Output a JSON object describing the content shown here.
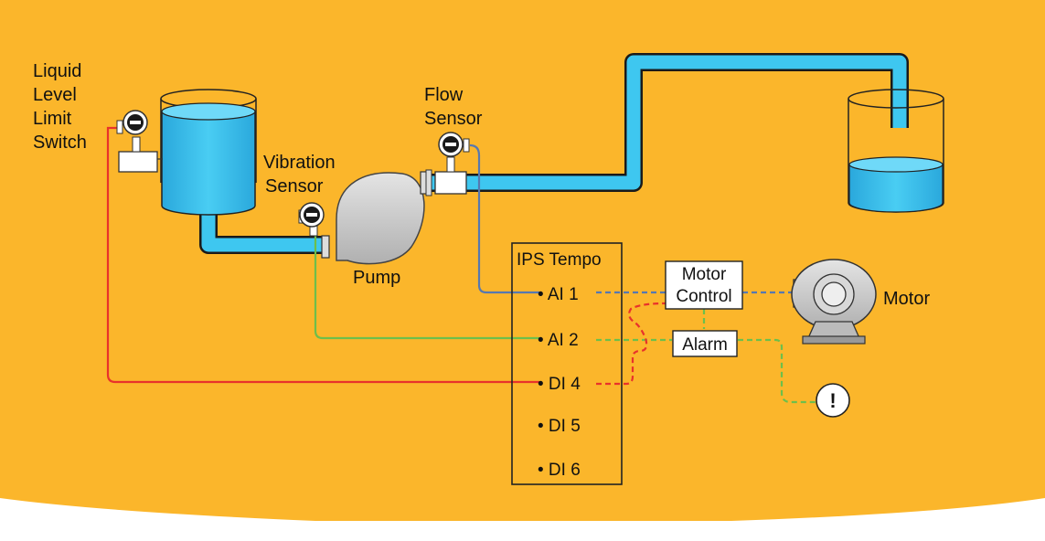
{
  "colors": {
    "background": "#FBB62B",
    "water": "#3EC7F0",
    "water_dark": "#1C9CD0",
    "wire_red": "#E8322B",
    "wire_green": "#6DBF4B",
    "wire_blue": "#5778B0",
    "wire_orange_red": "#E8322B",
    "pump_gray": "#C8C8C8"
  },
  "labels": {
    "level_switch": [
      "Liquid",
      "Level",
      "Limit",
      "Switch"
    ],
    "vibration_sensor": [
      "Vibration",
      "Sensor"
    ],
    "flow_sensor": [
      "Flow",
      "Sensor"
    ],
    "pump": "Pump",
    "motor": "Motor",
    "alarm_symbol": "!"
  },
  "ips": {
    "title": "IPS Tempo",
    "channels": [
      "• AI 1",
      "• AI 2",
      "• DI 4",
      "• DI 5",
      "• DI 6"
    ]
  },
  "boxes": {
    "motor_control": [
      "Motor",
      "Control"
    ],
    "alarm": "Alarm"
  }
}
